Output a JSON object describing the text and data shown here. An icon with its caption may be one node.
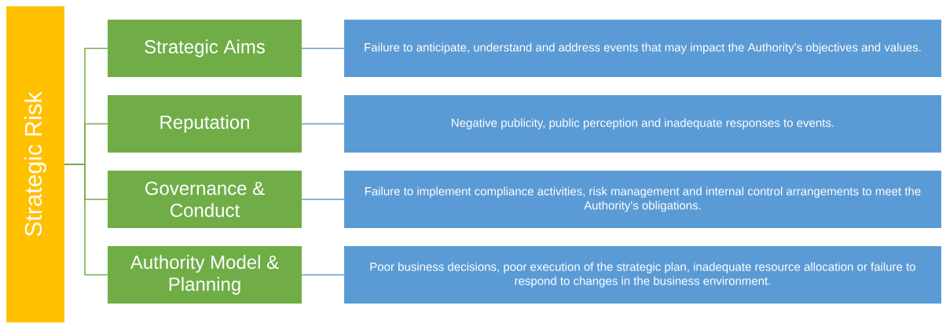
{
  "diagram": {
    "nodes": [
      {
        "text": [
          "Strategic Risk"
        ]
      },
      {
        "text": [
          "Strategic Aims"
        ]
      },
      {
        "text": [
          "Failure to anticipate, understand and address events that may impact the Authority's objectives and values."
        ]
      },
      {
        "text": [
          "Reputation"
        ]
      },
      {
        "text": [
          "Negative publicity, public perception and inadequate responses to events."
        ]
      },
      {
        "text": [
          "Governance & Conduct"
        ]
      },
      {
        "text": [
          "Failure to implement compliance activities, risk management and internal control arrangements to meet the Authority's obligations."
        ]
      },
      {
        "text": [
          "Authority Model & Planning"
        ]
      },
      {
        "text": [
          "Poor business decisions, poor execution of the strategic plan, inadequate resource allocation or failure to respond to changes in the business environment."
        ]
      }
    ],
    "edges": [
      {
        "from": 0,
        "to": 1,
        "arrow": "none",
        "color": "#70ad47"
      },
      {
        "from": 0,
        "to": 3,
        "arrow": "none",
        "color": "#70ad47"
      },
      {
        "from": 0,
        "to": 5,
        "arrow": "none",
        "color": "#70ad47"
      },
      {
        "from": 0,
        "to": 7,
        "arrow": "none",
        "color": "#70ad47"
      },
      {
        "from": 1,
        "to": 2,
        "arrow": "none",
        "color": "#5b9bd5"
      },
      {
        "from": 3,
        "to": 4,
        "arrow": "none",
        "color": "#5b9bd5"
      },
      {
        "from": 5,
        "to": 6,
        "arrow": "none",
        "color": "#5b9bd5"
      },
      {
        "from": 7,
        "to": 8,
        "arrow": "none",
        "color": "#5b9bd5"
      }
    ]
  }
}
